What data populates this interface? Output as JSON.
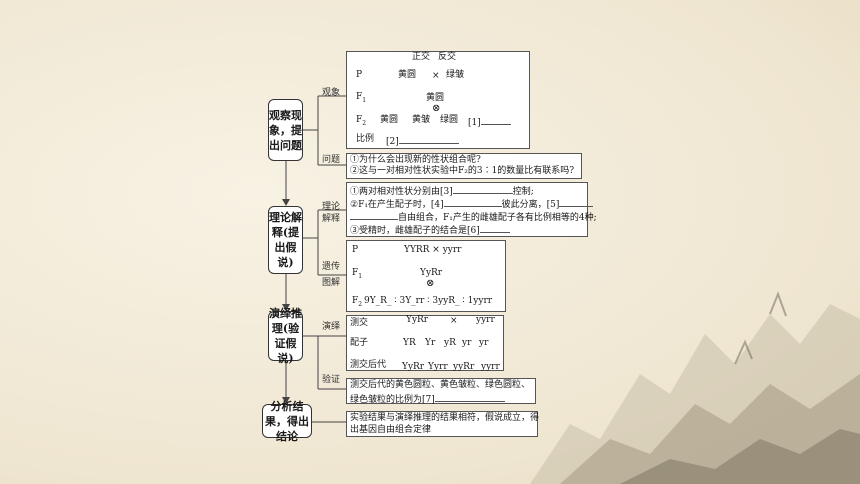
{
  "nodes": {
    "n1": "观察现象，提出问题",
    "n2": "理论解释(提出假说)",
    "n3": "演绎推理(验证假说)",
    "n4": "分析结果，得出结论"
  },
  "labels": {
    "guancha": "观象",
    "wenti": "问题",
    "lilun": "理论",
    "jieshi": "解释",
    "yichuan": "遗传",
    "tujie": "图解",
    "yanyi": "演绎",
    "yanzheng": "验证"
  },
  "obs": {
    "zhengjiao": "正交",
    "fanjiao": "反交",
    "P": "P",
    "p_left": "黄圆",
    "cross": "×",
    "p_right": "绿皱",
    "F1": "F",
    "F1_sub": "1",
    "f1_value": "黄圆",
    "self": "⊗",
    "F2": "F",
    "F2_sub": "2",
    "f2_a": "黄圆",
    "f2_b": "黄皱",
    "f2_c": "绿圆",
    "blank1": "[1]",
    "ratio": "比例",
    "blank2": "[2]"
  },
  "question": {
    "q1": "①为什么会出现新的性状组合呢?",
    "q2": "②这与一对相对性状实验中F₂的3∶1的数量比有联系吗?"
  },
  "theory": {
    "l1a": "①两对相对性状分别由[3]",
    "l1b": "控制;",
    "l2a": "②F₁在产生配子时，[4]",
    "l2b": "彼此分离，[5]",
    "l3a": "自由组合，F₁产生的雌雄配子各有比例相等的4种;",
    "l4a": "③受精时，雌雄配子的结合是[6]"
  },
  "genetic": {
    "P": "P",
    "p_value": "YYRR × yyrr",
    "F1": "F",
    "F1_sub": "1",
    "f1_value": "YyRr",
    "self": "⊗",
    "F2": "F",
    "F2_sub": "2",
    "f2_value": "9Y_R_ ∶ 3Y_rr ∶ 3yyR_ ∶ 1yyrr"
  },
  "testcross": {
    "label": "测交",
    "p1": "YyRr",
    "cross": "×",
    "p2": "yyrr",
    "gamete_label": "配子",
    "g1": "YR",
    "g2": "Yr",
    "g3": "yR",
    "g4": "yr",
    "g5": "yr",
    "offspring_label": "测交后代",
    "o1": "YyRr",
    "o2": "Yyrr",
    "o3": "yyRr",
    "o4": "yyrr"
  },
  "verify": {
    "line1": "测交后代的黄色圆粒、黄色皱粒、绿色圆粒、",
    "line2": "绿色皱粒的比例为[7]"
  },
  "conclusion": {
    "line1": "实验结果与演绎推理的结果相符，假说成立，得",
    "line2": "出基因自由组合定律"
  }
}
